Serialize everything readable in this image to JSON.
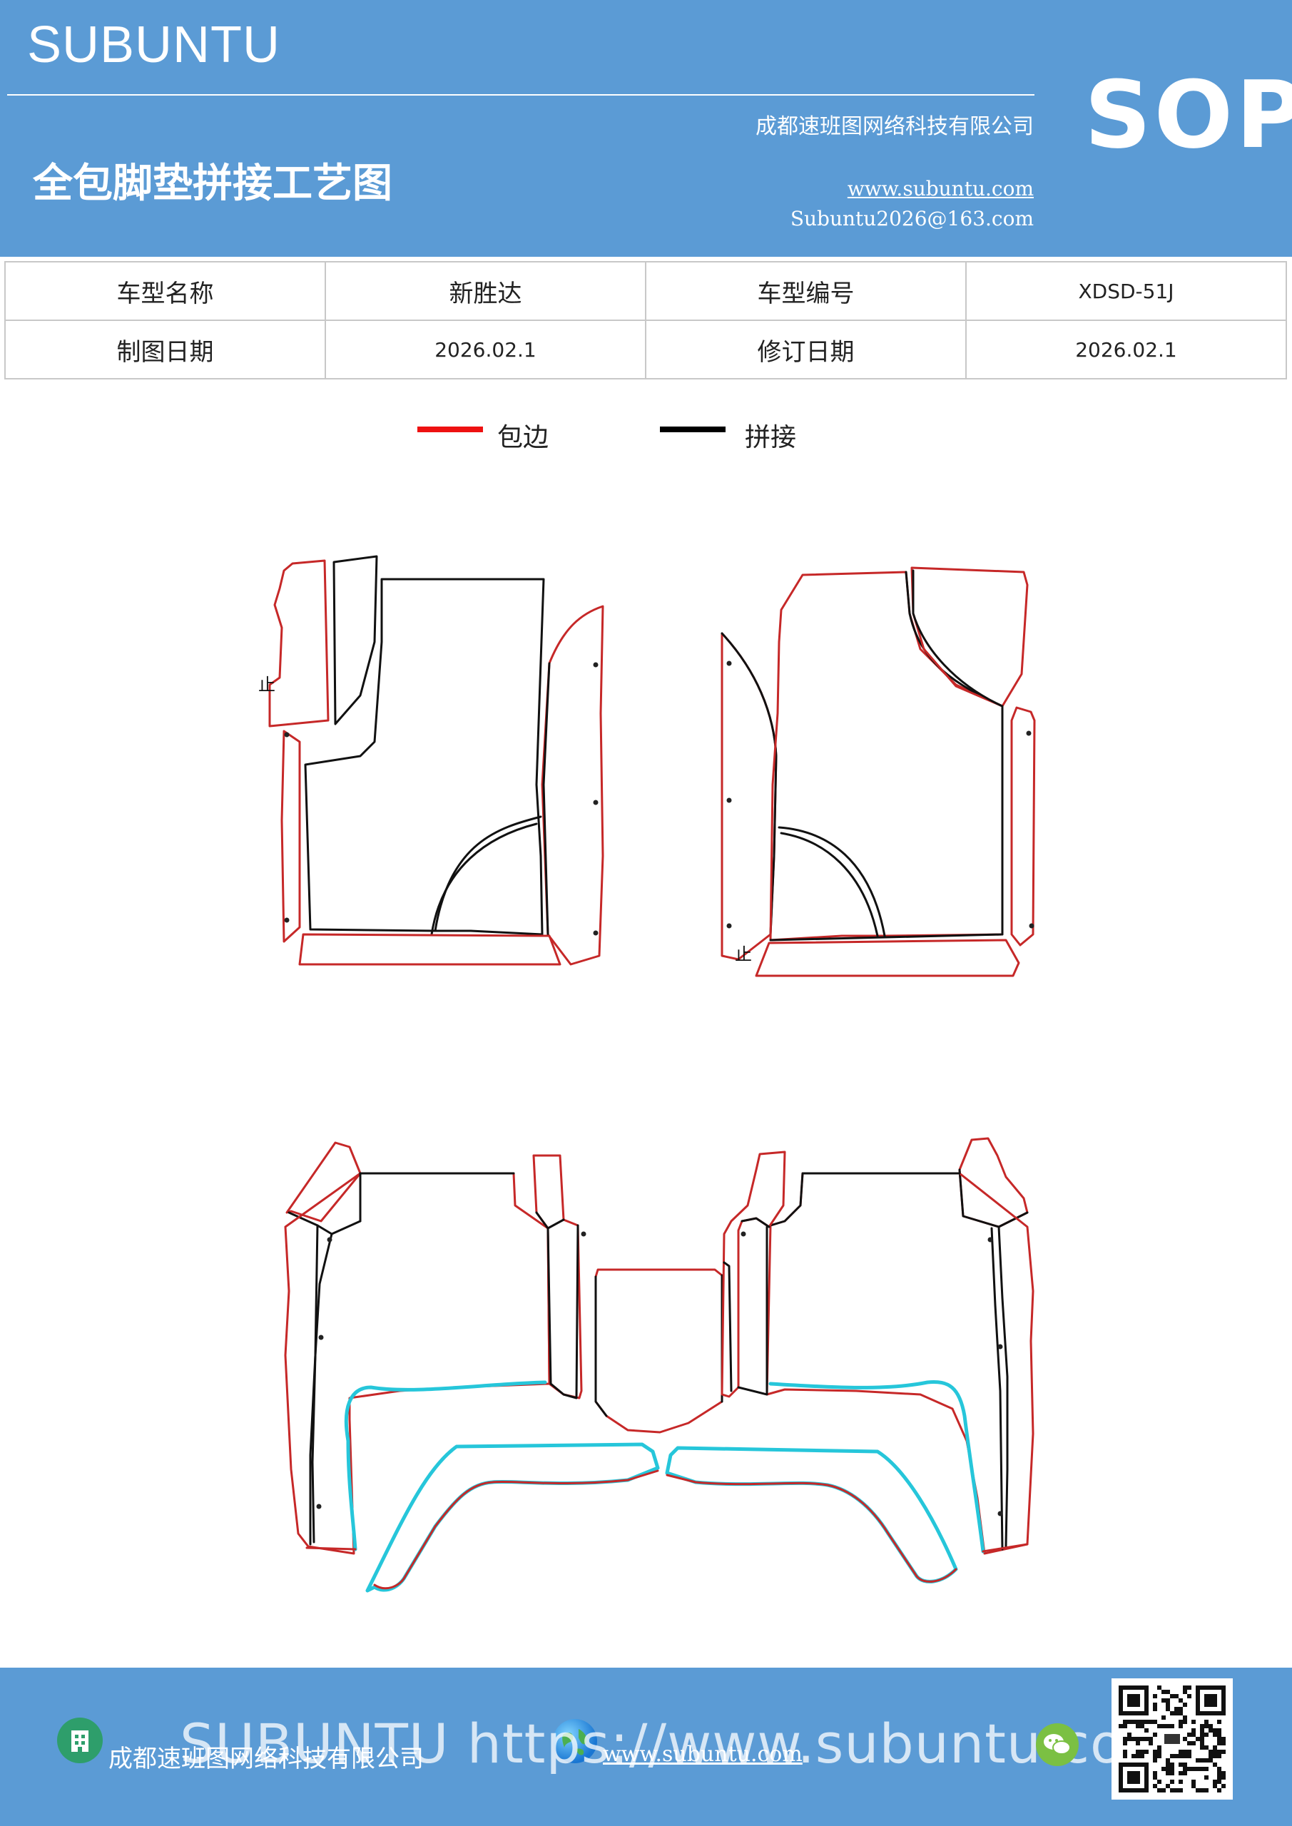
{
  "header": {
    "brand": "SUBUNTU",
    "badge": "SOP",
    "title": "全包脚垫拼接工艺图",
    "company": "成都速班图网络科技有限公司",
    "website": "www.subuntu.com",
    "email": "Subuntu2026@163.com"
  },
  "info": {
    "model_name_label": "车型名称",
    "model_name": "新胜达",
    "model_code_label": "车型编号",
    "model_code": "XDSD-51J",
    "draw_date_label": "制图日期",
    "draw_date": "2026.02.1",
    "revise_date_label": "修订日期",
    "revise_date": "2026.02.1"
  },
  "legend": {
    "edge_label": "包边",
    "joint_label": "拼接",
    "edge_color": "#ee1111",
    "joint_color": "#000000"
  },
  "diagram": {
    "marker_left": "止",
    "marker_right": "止",
    "colors": {
      "edge": "#c62828",
      "joint": "#111111",
      "rear_trim": "#26c6da"
    }
  },
  "footer": {
    "company": "成都速班图网络科技有限公司",
    "website": "www.subuntu.com",
    "watermark": "SUBUNTU https://www.subuntu.com",
    "icons": [
      "building-icon",
      "globe-icon",
      "wechat-icon",
      "qr-code"
    ]
  }
}
